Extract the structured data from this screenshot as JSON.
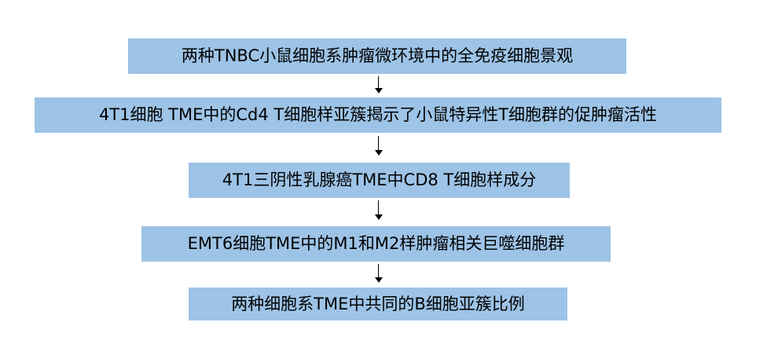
{
  "flowchart": {
    "box_color": "#9dc3e6",
    "arrow_color": "#000000",
    "steps": [
      "两种TNBC小鼠细胞系肿瘤微环境中的全免疫细胞景观",
      "4T1细胞 TME中的Cd4 T细胞样亚簇揭示了小鼠特异性T细胞群的促肿瘤活性",
      "4T1三阴性乳腺癌TME中CD8 T细胞样成分",
      "EMT6细胞TME中的M1和M2样肿瘤相关巨噬细胞群",
      "两种细胞系TME中共同的B细胞亚簇比例"
    ]
  }
}
